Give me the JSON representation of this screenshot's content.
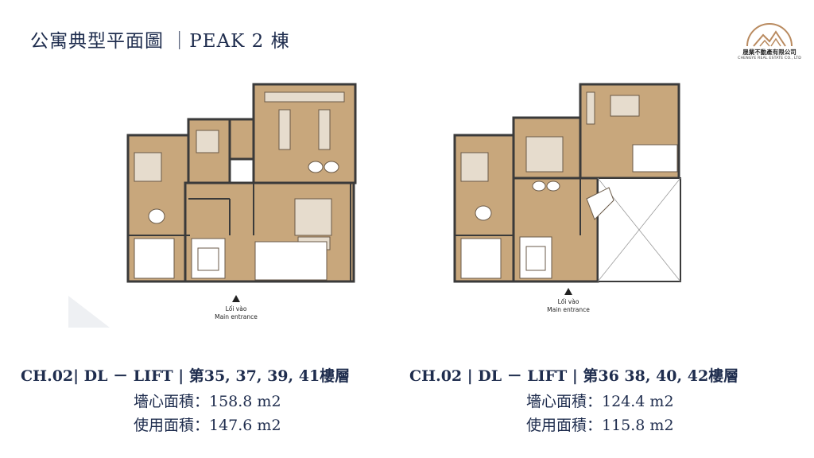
{
  "header": {
    "title": "公寓典型平面圖 ｜PEAK 2 棟"
  },
  "logo": {
    "company_name": "晟業不動產有限公司",
    "company_subtitle": "CHENGYE REAL ESTATE CO., LTD"
  },
  "plans": [
    {
      "entrance_vn": "Lối vào",
      "entrance_en": "Main entrance",
      "unit_heading": "CH.02| DL － LIFT | 第35, 37, 39, 41樓層",
      "gross_area": "墻心面積：158.8 m2",
      "net_area": "使用面積：147.6 m2"
    },
    {
      "entrance_vn": "Lối vào",
      "entrance_en": "Main entrance",
      "unit_heading": "CH.02 | DL － LIFT | 第36 38, 40, 42樓層",
      "gross_area": "墻心面積：124.4 m2",
      "net_area": "使用面積：115.8 m2"
    }
  ],
  "colors": {
    "title_navy": "#1f2d4e",
    "floor_tan": "#c8a77c",
    "wall_dark": "#3a3a3a"
  }
}
